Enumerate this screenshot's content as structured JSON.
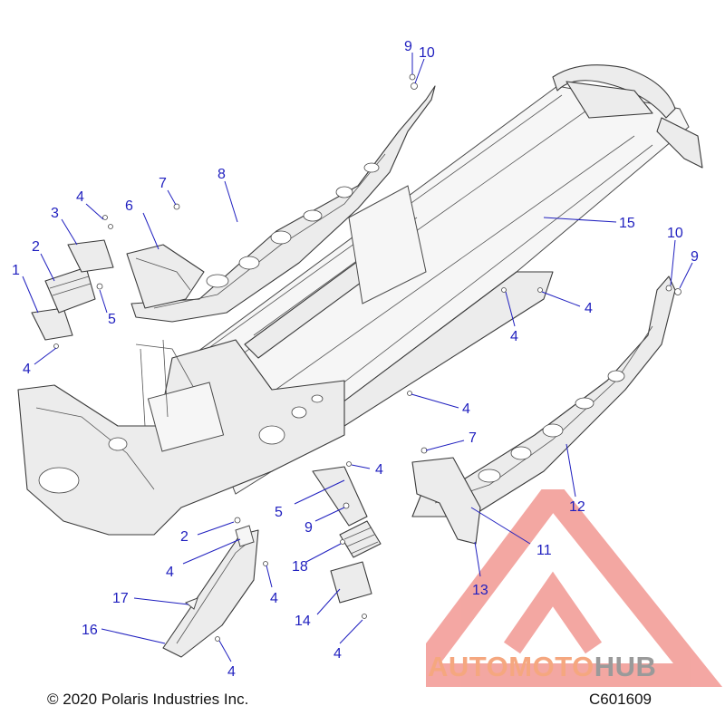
{
  "diagram": {
    "callouts": [
      {
        "id": "c1",
        "label": "1"
      },
      {
        "id": "c2a",
        "label": "2"
      },
      {
        "id": "c3",
        "label": "3"
      },
      {
        "id": "c4a",
        "label": "4"
      },
      {
        "id": "c5a",
        "label": "5"
      },
      {
        "id": "c4b",
        "label": "4"
      },
      {
        "id": "c6",
        "label": "6"
      },
      {
        "id": "c7a",
        "label": "7"
      },
      {
        "id": "c8",
        "label": "8"
      },
      {
        "id": "c9a",
        "label": "9"
      },
      {
        "id": "c10a",
        "label": "10"
      },
      {
        "id": "c15",
        "label": "15"
      },
      {
        "id": "c10b",
        "label": "10"
      },
      {
        "id": "c9b",
        "label": "9"
      },
      {
        "id": "c4c",
        "label": "4"
      },
      {
        "id": "c4d",
        "label": "4"
      },
      {
        "id": "c4e",
        "label": "4"
      },
      {
        "id": "c7b",
        "label": "7"
      },
      {
        "id": "c4f",
        "label": "4"
      },
      {
        "id": "c12",
        "label": "12"
      },
      {
        "id": "c11",
        "label": "11"
      },
      {
        "id": "c5b",
        "label": "5"
      },
      {
        "id": "c9c",
        "label": "9"
      },
      {
        "id": "c2b",
        "label": "2"
      },
      {
        "id": "c18",
        "label": "18"
      },
      {
        "id": "c4g",
        "label": "4"
      },
      {
        "id": "c4h",
        "label": "4"
      },
      {
        "id": "c13",
        "label": "13"
      },
      {
        "id": "c17",
        "label": "17"
      },
      {
        "id": "c14",
        "label": "14"
      },
      {
        "id": "c16",
        "label": "16"
      },
      {
        "id": "c4i",
        "label": "4"
      },
      {
        "id": "c4j",
        "label": "4"
      }
    ]
  },
  "footer": {
    "copyright": "© 2020 Polaris Industries Inc.",
    "figure_id": "C601609"
  },
  "watermark": {
    "text_part1": "AUTOMOTO",
    "text_part2": "HUB",
    "color_primary": "#f08a84",
    "color_accent": "#f7c9a0",
    "color_dark": "#9a9a9a"
  },
  "colors": {
    "callout": "#1f1fbf",
    "linework": "#3a3a3a"
  }
}
